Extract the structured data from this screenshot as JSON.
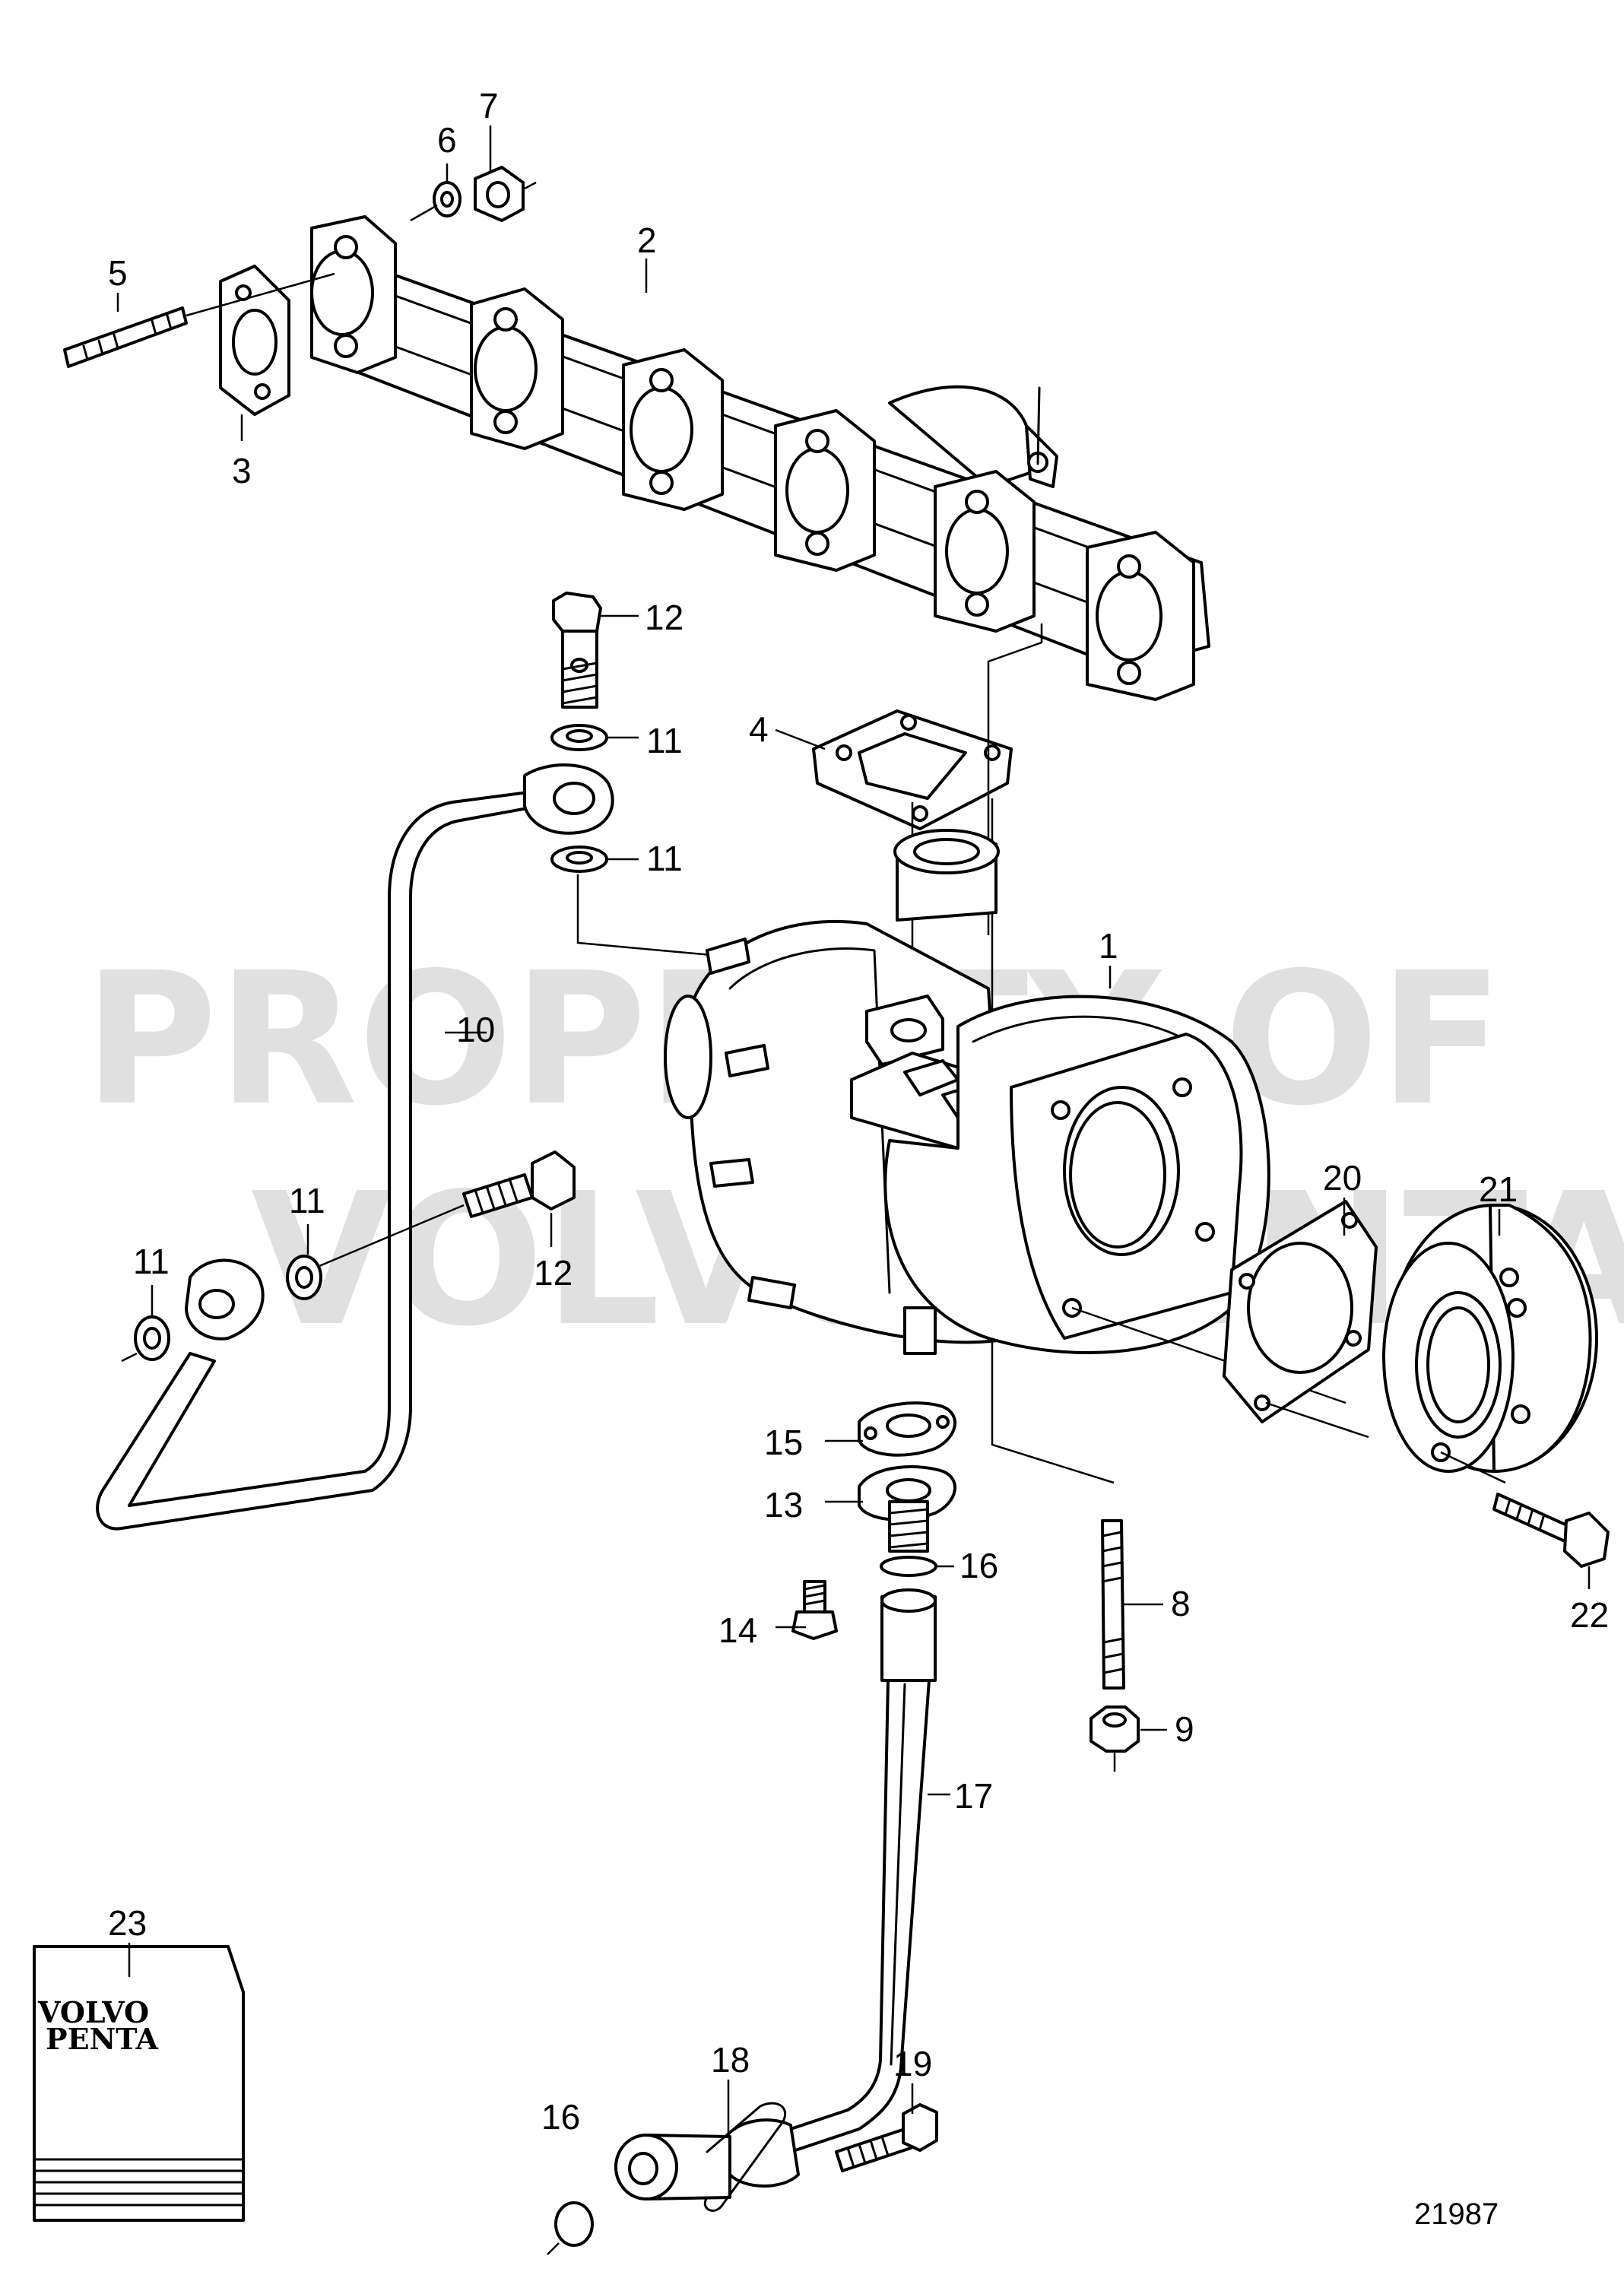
{
  "watermark": {
    "line1": "PROPERTY OF",
    "line2": "VOLVO PENTA"
  },
  "diagram_number": "21987",
  "manual_label": {
    "line1": "VOLVO",
    "line2": "PENTA"
  },
  "callouts": {
    "c1": "1",
    "c2": "2",
    "c3": "3",
    "c4": "4",
    "c5": "5",
    "c6": "6",
    "c7": "7",
    "c8": "8",
    "c9": "9",
    "c10": "10",
    "c11a": "11",
    "c11b": "11",
    "c11c": "11",
    "c11d": "11",
    "c12a": "12",
    "c12b": "12",
    "c13": "13",
    "c14": "14",
    "c15": "15",
    "c16a": "16",
    "c16b": "16",
    "c17": "17",
    "c18": "18",
    "c19": "19",
    "c20": "20",
    "c21": "21",
    "c22": "22",
    "c23": "23"
  }
}
